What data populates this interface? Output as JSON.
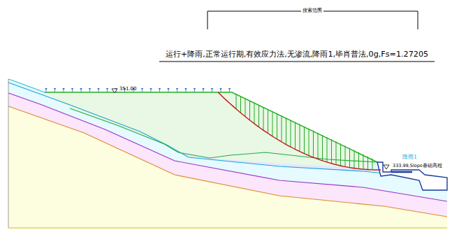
{
  "diagram": {
    "title": "运行+降雨,正常运行期,有效应力法,无渗流,降雨1,毕肖普法,0g,Fs=1.27205",
    "labels": [
      "搜索范围",
      "351.00",
      "降雨1",
      "333.99,Slope基础高程"
    ]
  }
}
